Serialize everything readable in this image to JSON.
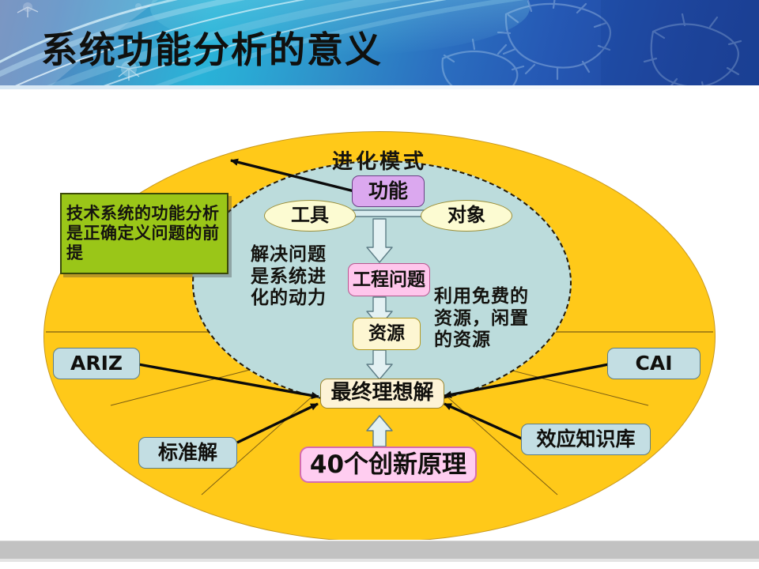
{
  "header": {
    "title": "系统功能分析的意义",
    "accent_start": "#29b3d8",
    "accent_end": "#1d4194"
  },
  "callout": {
    "text": "技术系统的功能分析是正确定义问题的前提",
    "color": "#9ac618"
  },
  "diagram": {
    "ring_title": "进化模式",
    "outer_color": "#ffc919",
    "inner_color": "#bcdcdc",
    "nodes": {
      "function": "功能",
      "tool": "工具",
      "object": "对象",
      "engineering_problem": "工程问题",
      "resource": "资源",
      "ideal_result": "最终理想解",
      "principles": "40个创新原理",
      "ariz": "ARIZ",
      "standard_solution": "标准解",
      "cai": "CAI",
      "effects_db": "效应知识库"
    },
    "notes": {
      "left": "解决问题是系统进化的动力",
      "left_lines": [
        "解决问题",
        "是系统进",
        "化的动力"
      ],
      "right": "利用免费的资源，闲置的资源",
      "right_lines": [
        "利用免费的",
        "资源，闲置",
        "的资源"
      ]
    },
    "node_colors": {
      "function": "#dba8ef",
      "engineering_problem": "#ffc6ec",
      "resource": "#fdf6d2",
      "ideal_result": "#fdf3d6",
      "principles": "#ffcdf0",
      "method_box": "#c3dee3",
      "ellipse": "#fcfbd2"
    }
  }
}
